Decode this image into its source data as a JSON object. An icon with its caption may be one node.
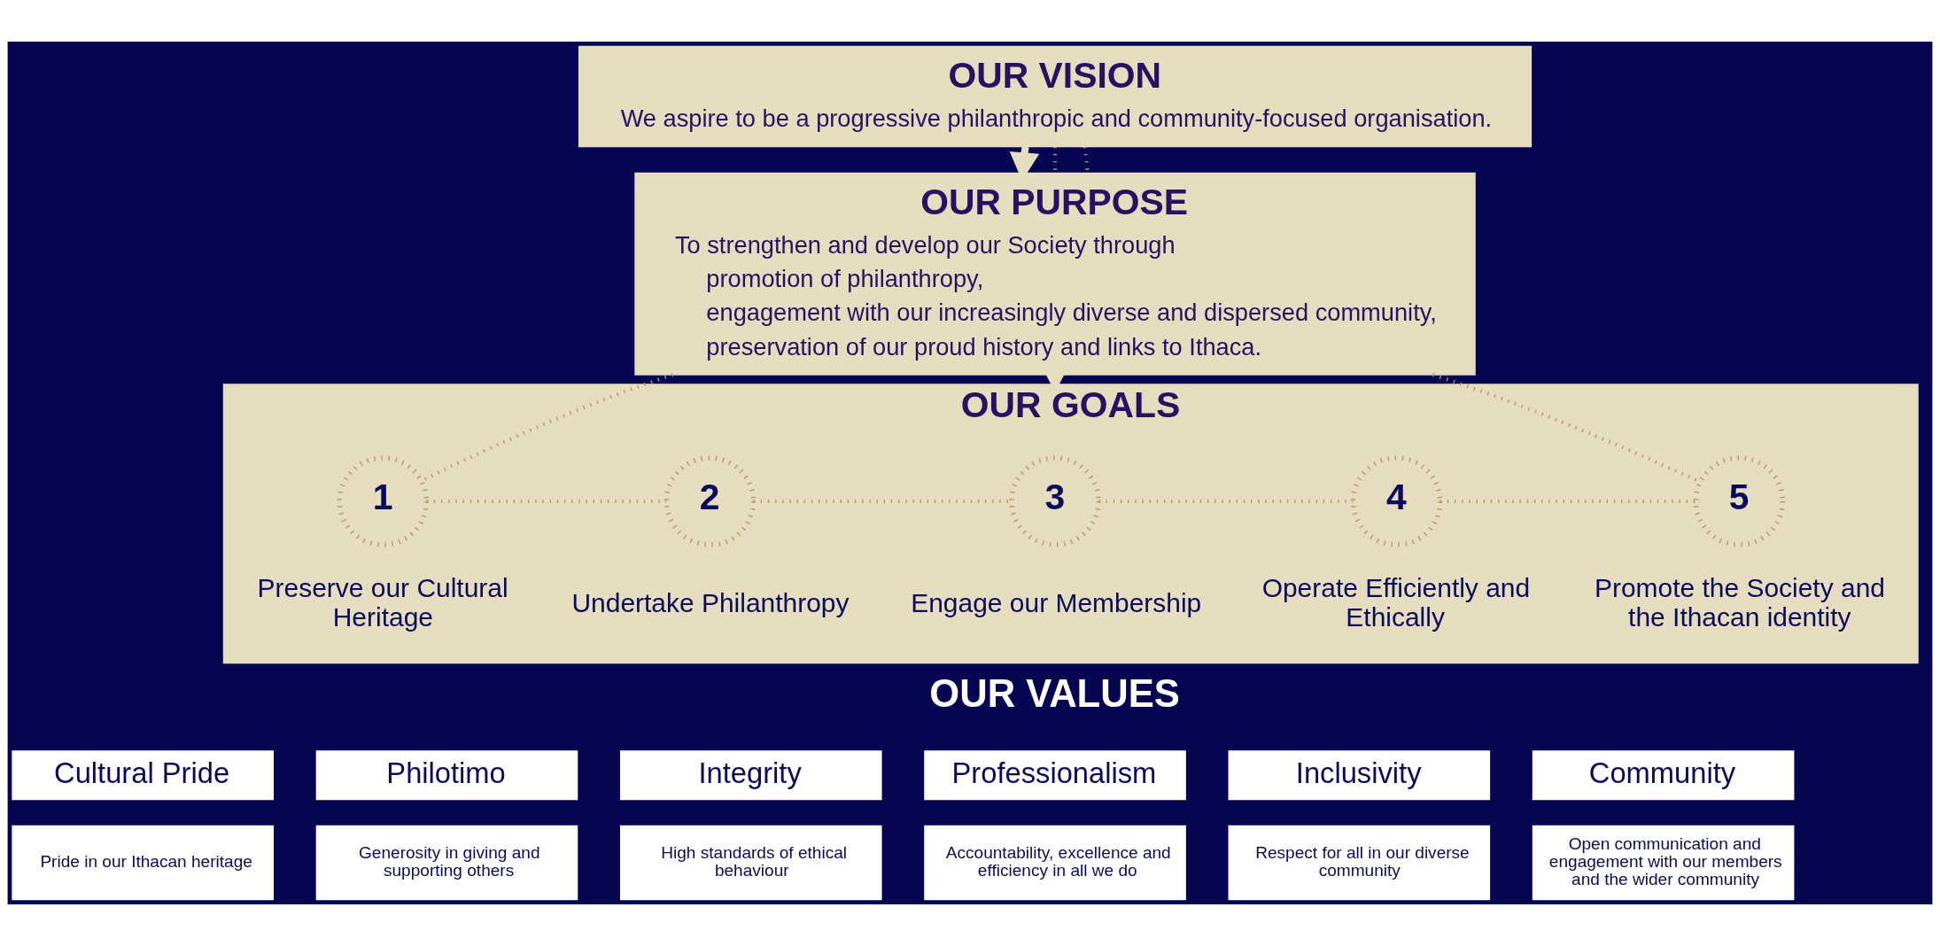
{
  "diagram": {
    "nodes": [
      {
        "text": [
          "OUR VISION",
          "We aspire to be a progressive philanthropic and community-focused organisation."
        ]
      },
      {
        "text": [
          "OUR PURPOSE",
          "To strengthen and develop our Society through",
          "promotion of philanthropy,",
          "engagement with our increasingly diverse and dispersed community,",
          "preservation of our proud history and links to Ithaca."
        ]
      },
      {
        "text": [
          "OUR GOALS"
        ]
      },
      {
        "text": [
          "1"
        ],
        "in": 2,
        "beside": [
          "Preserve our Cultural Heritage"
        ]
      },
      {
        "text": [
          "2"
        ],
        "in": 2,
        "beside": [
          "Undertake Philanthropy"
        ]
      },
      {
        "text": [
          "3"
        ],
        "in": 2,
        "beside": [
          "Engage our Membership"
        ]
      },
      {
        "text": [
          "4"
        ],
        "in": 2,
        "beside": [
          "Operate Efficiently and Ethically"
        ]
      },
      {
        "text": [
          "5"
        ],
        "in": 2,
        "beside": [
          "Promote the Society and the Ithacan identity"
        ]
      },
      {
        "text": [
          "Cultural Pride"
        ]
      },
      {
        "text": [
          "Pride in our Ithacan heritage"
        ]
      },
      {
        "text": [
          "Philotimo"
        ]
      },
      {
        "text": [
          "Generosity in giving and supporting others"
        ]
      },
      {
        "text": [
          "Integrity"
        ]
      },
      {
        "text": [
          "High standards of ethical behaviour"
        ]
      },
      {
        "text": [
          "Professionalism"
        ]
      },
      {
        "text": [
          "Accountability, excellence and efficiency in all we do"
        ]
      },
      {
        "text": [
          "Inclusivity"
        ]
      },
      {
        "text": [
          "Respect for all in our diverse community"
        ]
      },
      {
        "text": [
          "Community"
        ]
      },
      {
        "text": [
          "Open communication and engagement with our members and the wider community"
        ]
      }
    ],
    "edges": [
      {
        "from": 0,
        "to": 1,
        "arrow": "to",
        "style": "thick",
        "color": "#e6dcbf"
      },
      {
        "from": 1,
        "to": 2,
        "arrow": "to",
        "style": "thick",
        "color": "#e6dcbf"
      },
      {
        "from": 0,
        "to": 1,
        "arrow": "none",
        "style": "dashed"
      },
      {
        "from": 0,
        "to": 1,
        "arrow": "none",
        "style": "dashed"
      },
      {
        "from": 1,
        "to": 3,
        "arrow": "none",
        "style": "dashed"
      },
      {
        "from": 1,
        "to": 7,
        "arrow": "none",
        "style": "dashed"
      },
      {
        "from": 3,
        "to": 4,
        "arrow": "none",
        "style": "dashed"
      },
      {
        "from": 4,
        "to": 5,
        "arrow": "none",
        "style": "dashed"
      },
      {
        "from": 5,
        "to": 6,
        "arrow": "none",
        "style": "dashed"
      },
      {
        "from": 6,
        "to": 7,
        "arrow": "none",
        "style": "dashed"
      }
    ],
    "labels": [
      "OUR VALUES"
    ]
  }
}
